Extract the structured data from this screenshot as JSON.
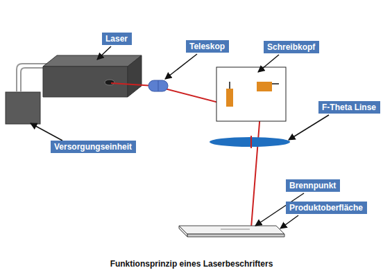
{
  "diagram": {
    "caption": "Funktionsprinzip eines Laserbeschrifters",
    "nodes": [
      {
        "text": [
          "Laser"
        ]
      },
      {
        "text": [
          "Teleskop"
        ]
      },
      {
        "text": [
          "Schreibkopf"
        ]
      },
      {
        "text": [
          "F-Theta Linse"
        ]
      },
      {
        "text": [
          "Versorgungseinheit"
        ]
      },
      {
        "text": [
          "Brennpunkt"
        ]
      },
      {
        "text": [
          "Produktoberfläche"
        ]
      }
    ]
  }
}
